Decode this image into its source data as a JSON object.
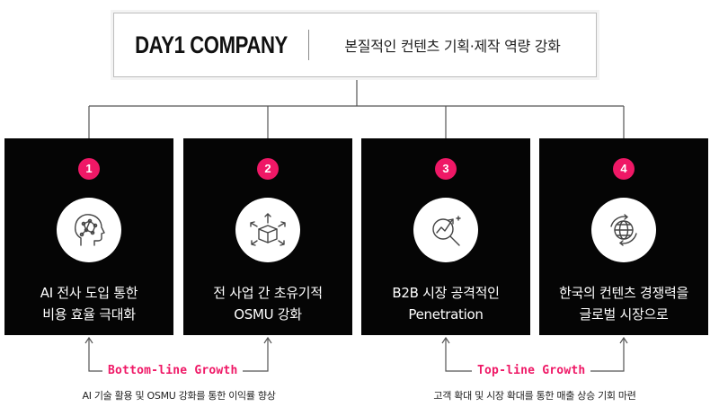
{
  "header": {
    "brand": "DAY1 COMPANY",
    "tagline": "본질적인 컨텐츠 기획·제작 역량 강화"
  },
  "cards": [
    {
      "number": "1",
      "icon": "ai-brain-head-icon",
      "line1": "AI 전사 도입 통한",
      "line2": "비용 효율 극대화"
    },
    {
      "number": "2",
      "icon": "box-arrows-icon",
      "line1": "전 사업 간 초유기적",
      "line2": "OSMU 강화"
    },
    {
      "number": "3",
      "icon": "growth-chart-magnifier-icon",
      "line1": "B2B 시장 공격적인",
      "line2": "Penetration"
    },
    {
      "number": "4",
      "icon": "globe-arrows-icon",
      "line1": "한국의 컨텐츠 경쟁력을",
      "line2": "글로벌 시장으로"
    }
  ],
  "growth": {
    "bottom": {
      "label": "Bottom-line Growth",
      "caption": "AI 기술 활용 및 OSMU 강화를 통한 이익률 향상"
    },
    "top": {
      "label": "Top-line Growth",
      "caption": "고객 확대 및 시장 확대를 통한 매출 상승 기회 마련"
    }
  },
  "colors": {
    "accent": "#ef1866",
    "card_bg": "#050505",
    "line": "#555555"
  }
}
